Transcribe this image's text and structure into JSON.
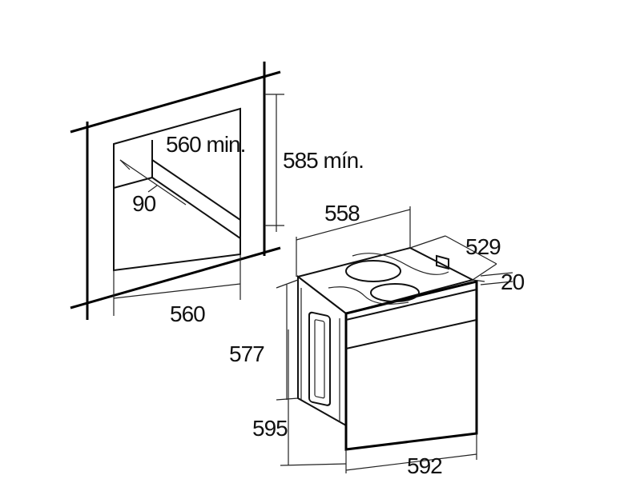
{
  "diagram": {
    "labels": {
      "niche_depth": "560 min.",
      "niche_height": "585 mín.",
      "niche_offset": "90",
      "niche_width": "560",
      "oven_body_width": "558",
      "oven_depth": "529",
      "front_thickness": "20",
      "oven_body_height": "577",
      "oven_total_height": "595",
      "oven_total_width": "592"
    }
  }
}
